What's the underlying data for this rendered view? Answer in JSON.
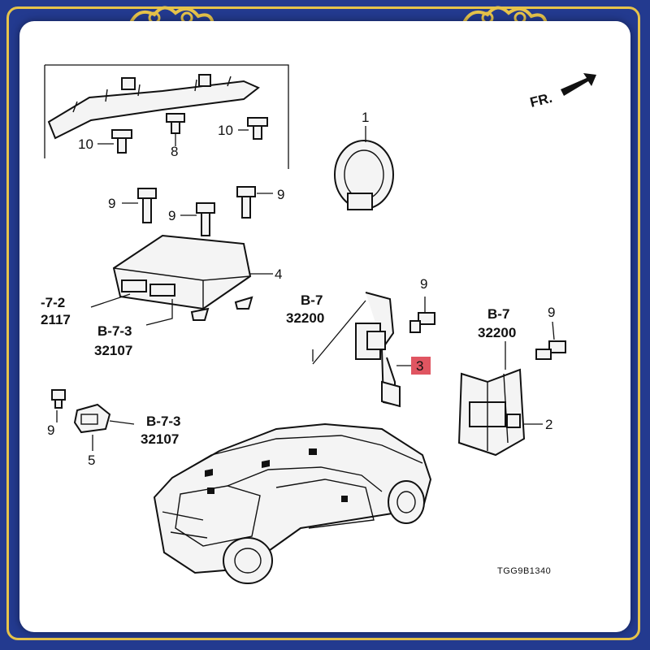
{
  "diagram": {
    "direction_label": "FR.",
    "part_numbers": {
      "p1": "1",
      "p2": "2",
      "p3": "3",
      "p4": "4",
      "p5": "5",
      "p8": "8",
      "p9a": "9",
      "p9b": "9",
      "p9c": "9",
      "p9d": "9",
      "p9e": "9",
      "p9f": "9",
      "p10a": "10",
      "p10b": "10"
    },
    "refs": {
      "left_a_top": "-7-2",
      "left_a_bottom": "2117",
      "mid_b_top": "B-7-3",
      "mid_b_bottom": "32107",
      "low_c_top": "B-7-3",
      "low_c_bottom": "32107",
      "center_d_top": "B-7",
      "center_d_bottom": "32200",
      "right_e_top": "B-7",
      "right_e_bottom": "32200"
    },
    "drawing_code": "TGG9B1340",
    "highlight_color": "#e05561",
    "frame_color": "#233a8f",
    "frame_trim_color": "#e6c34a"
  }
}
